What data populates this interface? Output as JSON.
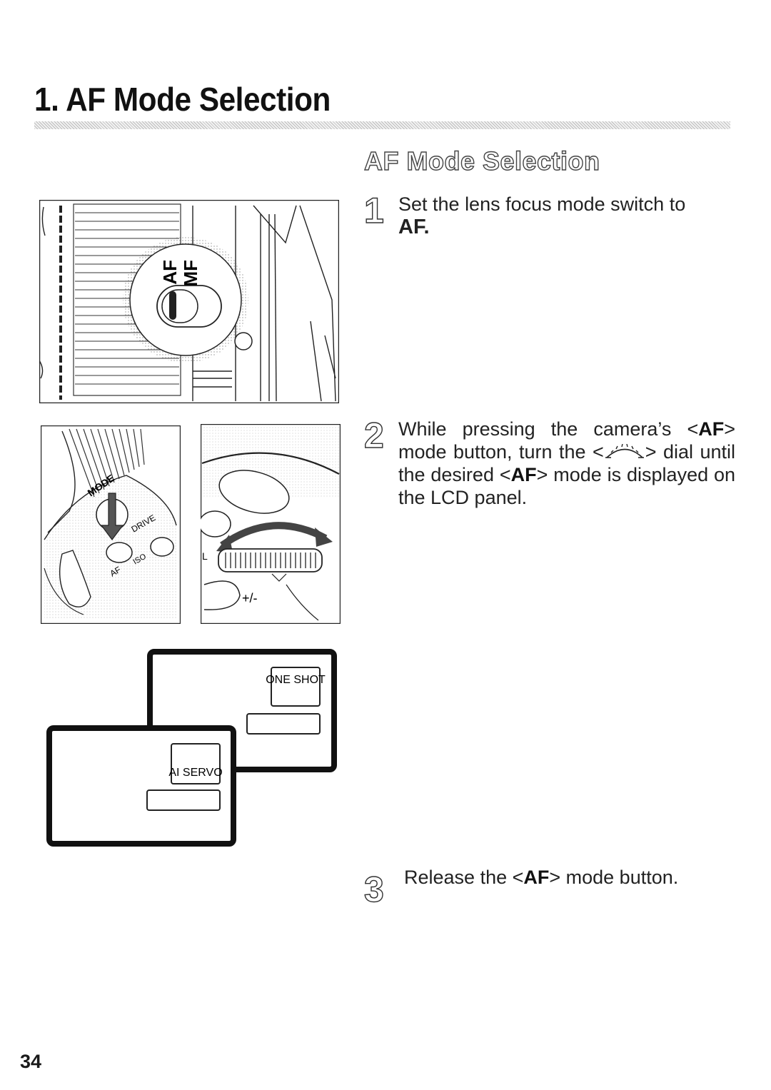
{
  "page": {
    "title": "1. AF Mode Selection",
    "section_heading": "AF Mode Selection",
    "page_number": "34"
  },
  "steps": [
    {
      "number": "1",
      "text": "Set the lens focus mode switch to",
      "emphasis": "AF",
      "suffix": "."
    },
    {
      "number": "2",
      "parts": {
        "a": "While pressing the camera’s <",
        "b": "AF",
        "c": "> mode button, turn the <",
        "d": "> dial until the desired <",
        "e": "AF",
        "f": "> mode is displayed on the LCD panel."
      },
      "dial_icon": "main-dial-icon"
    },
    {
      "number": "3",
      "parts": {
        "a": "Release the <",
        "b": "AF",
        "c": "> mode button."
      }
    }
  ],
  "figures": {
    "lens": {
      "af_label": "AF",
      "mf_label": "MF"
    },
    "camera_top": {
      "mode_label": "MODE",
      "drive_label": "DRIVE",
      "af_label": "AF",
      "iso_label": "ISO"
    },
    "dial_detail": {
      "l_label": "L",
      "exposure_label": "+/-"
    },
    "lcd": {
      "one_shot": "ONE SHOT",
      "ai_servo": "AI SERVO"
    }
  }
}
